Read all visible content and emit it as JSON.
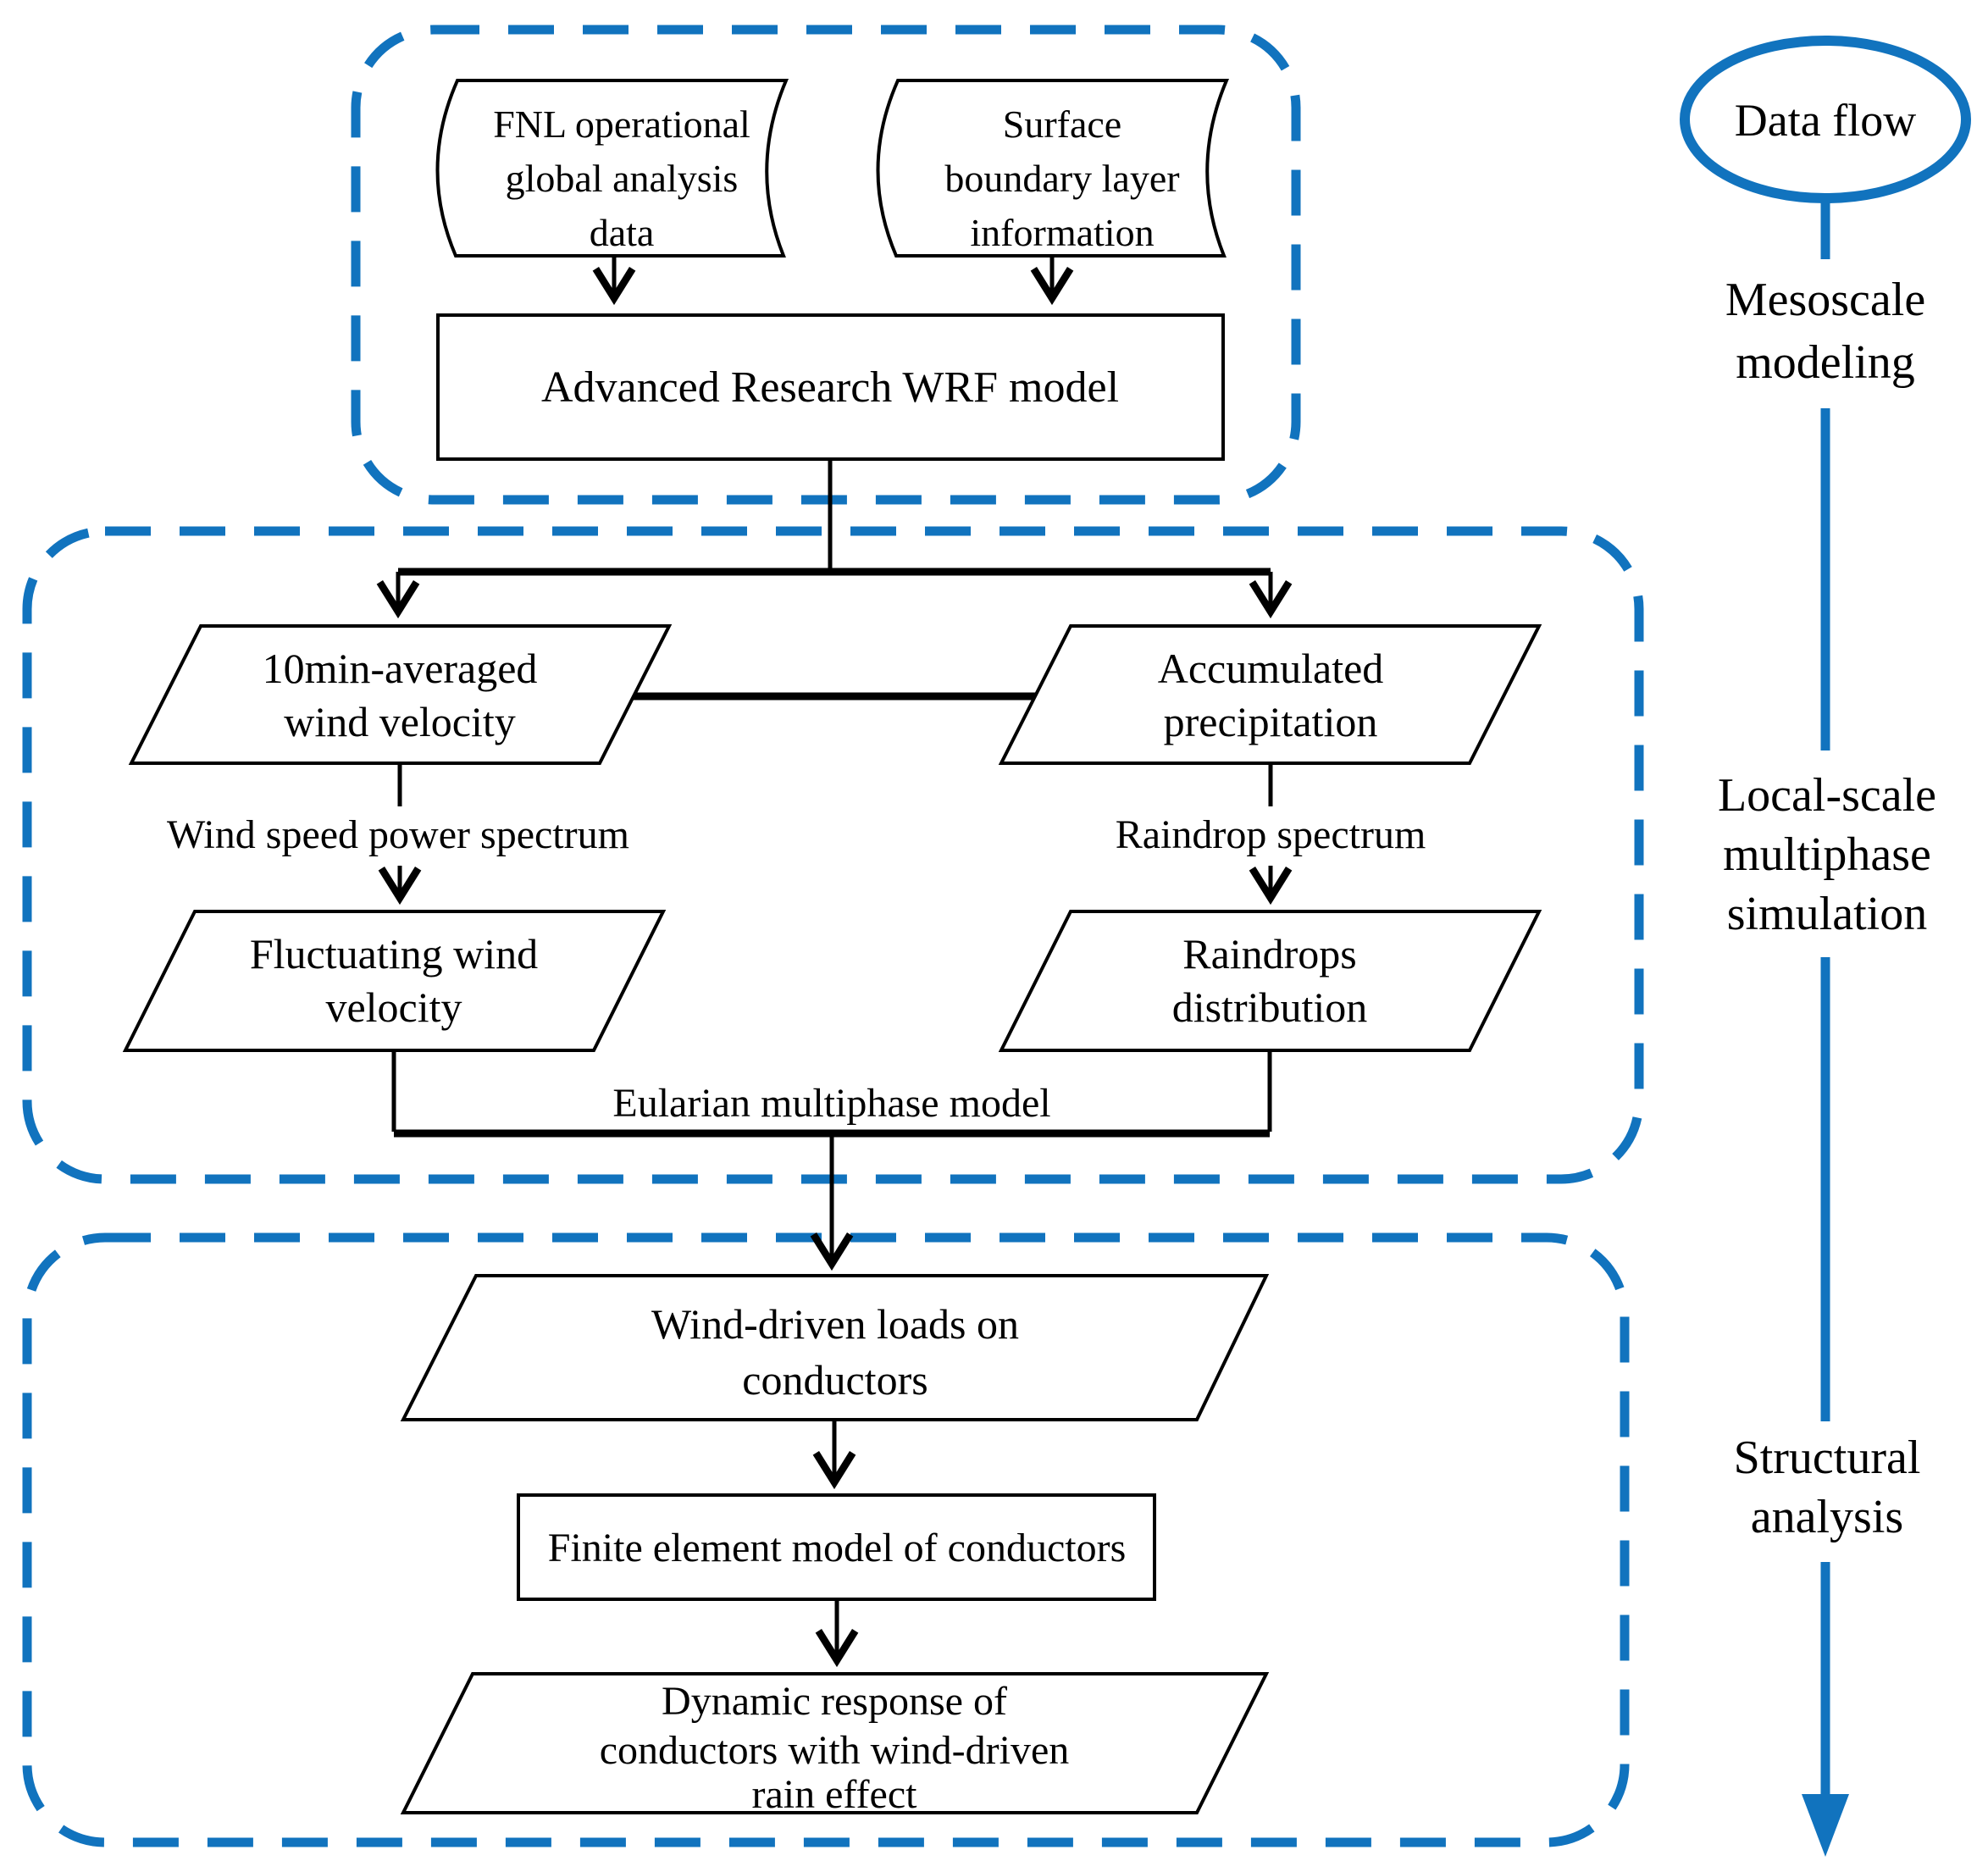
{
  "figure": {
    "background": "#ffffff",
    "accent_blue": "#1173be",
    "line_black": "#000000"
  },
  "legend": {
    "data_flow": "Data flow"
  },
  "stages": {
    "mesoscale": {
      "lines": [
        "Mesoscale",
        "modeling"
      ]
    },
    "local": {
      "lines": [
        "Local-scale",
        "multiphase",
        "simulation"
      ]
    },
    "structural": {
      "lines": [
        "Structural",
        "analysis"
      ]
    }
  },
  "nodes": {
    "fnl_data": {
      "shape": "stored-data",
      "lines": [
        "FNL operational",
        "global analysis",
        "data"
      ]
    },
    "surface_info": {
      "shape": "stored-data",
      "lines": [
        "Surface",
        "boundary layer",
        "information"
      ]
    },
    "wrf_model": {
      "shape": "process",
      "label": "Advanced Research WRF model"
    },
    "wind_velocity_10min": {
      "shape": "parallelogram",
      "lines": [
        "10min-averaged",
        "wind velocity"
      ]
    },
    "accumulated_precipitation": {
      "shape": "parallelogram",
      "lines": [
        "Accumulated",
        "precipitation"
      ]
    },
    "fluctuating_wind": {
      "shape": "parallelogram",
      "lines": [
        "Fluctuating wind",
        "velocity"
      ]
    },
    "raindrops_distribution": {
      "shape": "parallelogram",
      "lines": [
        "Raindrops",
        "distribution"
      ]
    },
    "wind_driven_loads": {
      "shape": "parallelogram",
      "lines": [
        "Wind-driven loads on",
        "conductors"
      ]
    },
    "finite_element_model": {
      "shape": "process",
      "label": "Finite element model of conductors"
    },
    "dynamic_response": {
      "shape": "parallelogram",
      "lines": [
        "Dynamic response of",
        "conductors with wind-driven",
        "rain effect"
      ]
    }
  },
  "edge_labels": {
    "wind_power_spectrum": "Wind speed power spectrum",
    "raindrop_spectrum": "Raindrop spectrum",
    "eularian_model": "Eularian multiphase model"
  }
}
